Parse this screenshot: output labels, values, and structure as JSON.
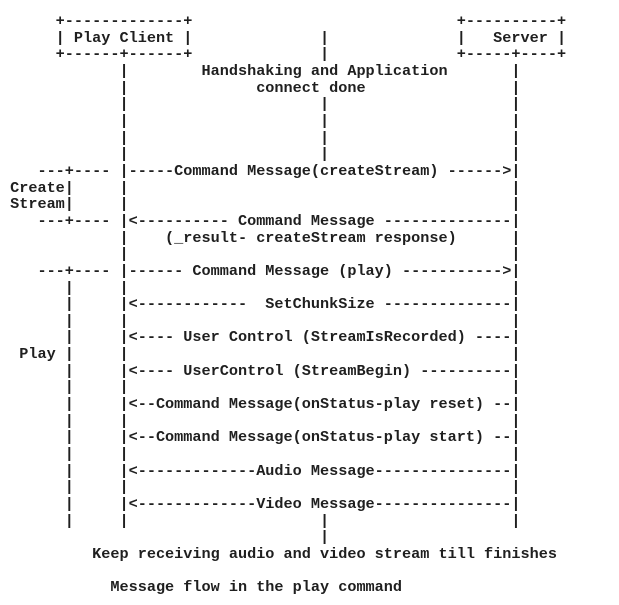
{
  "diagram": {
    "caption": "Message flow in the play command",
    "footer_note": "Keep receiving audio and video stream till finishes",
    "header_note": "Handshaking and Application connect done",
    "participants": [
      {
        "label": "Play Client",
        "role": "client"
      },
      {
        "label": "Server",
        "role": "server"
      }
    ],
    "phases": [
      {
        "label": "Create Stream"
      },
      {
        "label": "Play"
      }
    ],
    "messages": [
      {
        "from": "client",
        "to": "server",
        "label": "Command Message(createStream)"
      },
      {
        "from": "server",
        "to": "client",
        "label": "Command Message (_result- createStream response)"
      },
      {
        "from": "client",
        "to": "server",
        "label": "Command Message (play)"
      },
      {
        "from": "server",
        "to": "client",
        "label": "SetChunkSize"
      },
      {
        "from": "server",
        "to": "client",
        "label": "User Control (StreamIsRecorded)"
      },
      {
        "from": "server",
        "to": "client",
        "label": "UserControl (StreamBegin)"
      },
      {
        "from": "server",
        "to": "client",
        "label": "Command Message(onStatus-play reset)"
      },
      {
        "from": "server",
        "to": "client",
        "label": "Command Message(onStatus-play start)"
      },
      {
        "from": "server",
        "to": "client",
        "label": "Audio Message"
      },
      {
        "from": "server",
        "to": "client",
        "label": "Video Message"
      }
    ],
    "ascii_lines": [
      "      +-------------+                             +----------+",
      "      | Play Client |              |              |   Server |",
      "      +------+------+              |              +-----+----+",
      "             |        Handshaking and Application       |",
      "             |              connect done                |",
      "             |                     |                    |",
      "             |                     |                    |",
      "             |                     |                    |",
      "             |                     |                    |",
      "    ---+---- |-----Command Message(createStream) ------>|",
      " Create|     |                                          |",
      " Stream|     |                                          |",
      "    ---+---- |<---------- Command Message --------------|",
      "             |    (_result- createStream response)      |",
      "             |                                          |",
      "    ---+---- |------ Command Message (play) ----------->|",
      "       |     |                                          |",
      "       |     |<------------  SetChunkSize --------------|",
      "       |     |                                          |",
      "       |     |<---- User Control (StreamIsRecorded) ----|",
      "  Play |     |                                          |",
      "       |     |<---- UserControl (StreamBegin) ----------|",
      "       |     |                                          |",
      "       |     |<--Command Message(onStatus-play reset) --|",
      "       |     |                                          |",
      "       |     |<--Command Message(onStatus-play start) --|",
      "       |     |                                          |",
      "       |     |<-------------Audio Message---------------|",
      "       |     |                                          |",
      "       |     |<-------------Video Message---------------|",
      "       |     |                     |                    |",
      "                                   |",
      "          Keep receiving audio and video stream till finishes",
      "",
      "            Message flow in the play command"
    ]
  }
}
